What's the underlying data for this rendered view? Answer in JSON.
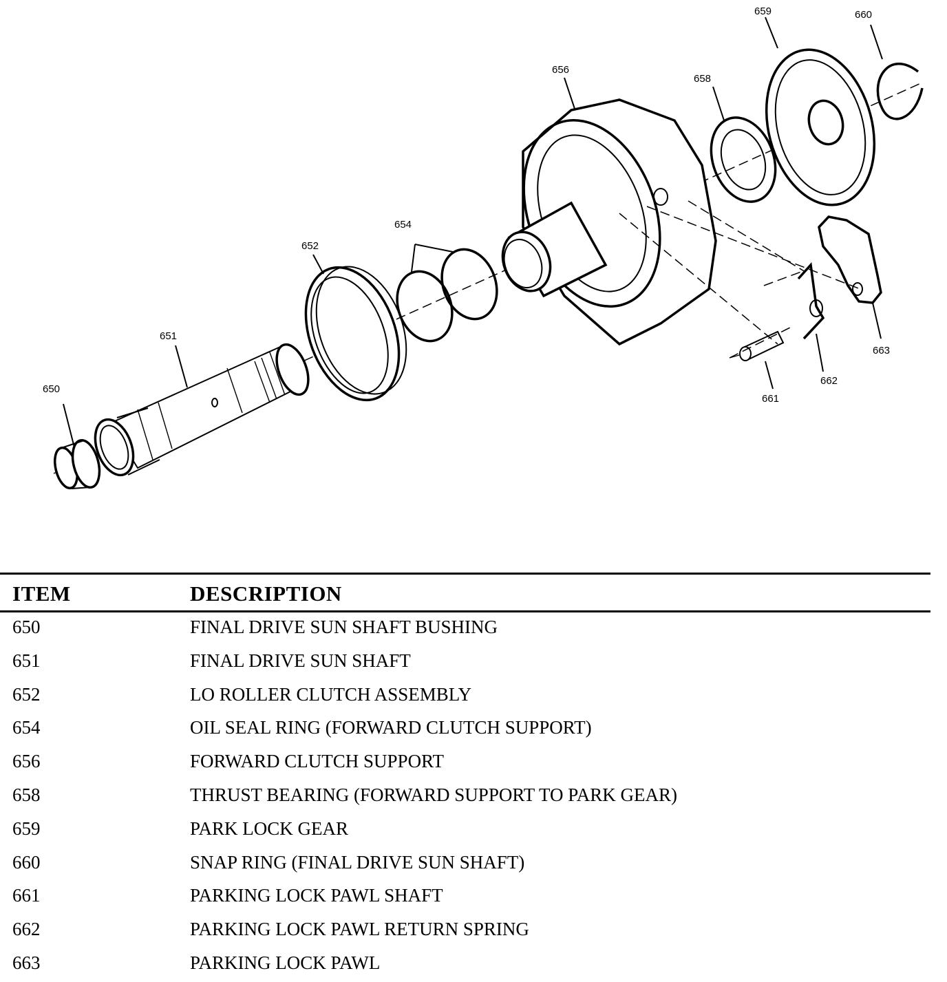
{
  "callouts": {
    "c650": "650",
    "c651": "651",
    "c652": "652",
    "c654": "654",
    "c656": "656",
    "c658": "658",
    "c659": "659",
    "c660": "660",
    "c661": "661",
    "c662": "662",
    "c663": "663"
  },
  "legend": {
    "header_item": "ITEM",
    "header_description": "DESCRIPTION",
    "rows": [
      {
        "item": "650",
        "description": "FINAL DRIVE SUN SHAFT BUSHING"
      },
      {
        "item": "651",
        "description": "FINAL DRIVE SUN SHAFT"
      },
      {
        "item": "652",
        "description": "LO ROLLER CLUTCH ASSEMBLY"
      },
      {
        "item": "654",
        "description": "OIL SEAL RING (FORWARD CLUTCH SUPPORT)"
      },
      {
        "item": "656",
        "description": "FORWARD CLUTCH SUPPORT"
      },
      {
        "item": "658",
        "description": "THRUST BEARING (FORWARD SUPPORT TO PARK GEAR)"
      },
      {
        "item": "659",
        "description": "PARK LOCK GEAR"
      },
      {
        "item": "660",
        "description": "SNAP RING (FINAL DRIVE SUN SHAFT)"
      },
      {
        "item": "661",
        "description": "PARKING LOCK PAWL SHAFT"
      },
      {
        "item": "662",
        "description": "PARKING LOCK PAWL RETURN SPRING"
      },
      {
        "item": "663",
        "description": "PARKING LOCK PAWL"
      }
    ]
  }
}
